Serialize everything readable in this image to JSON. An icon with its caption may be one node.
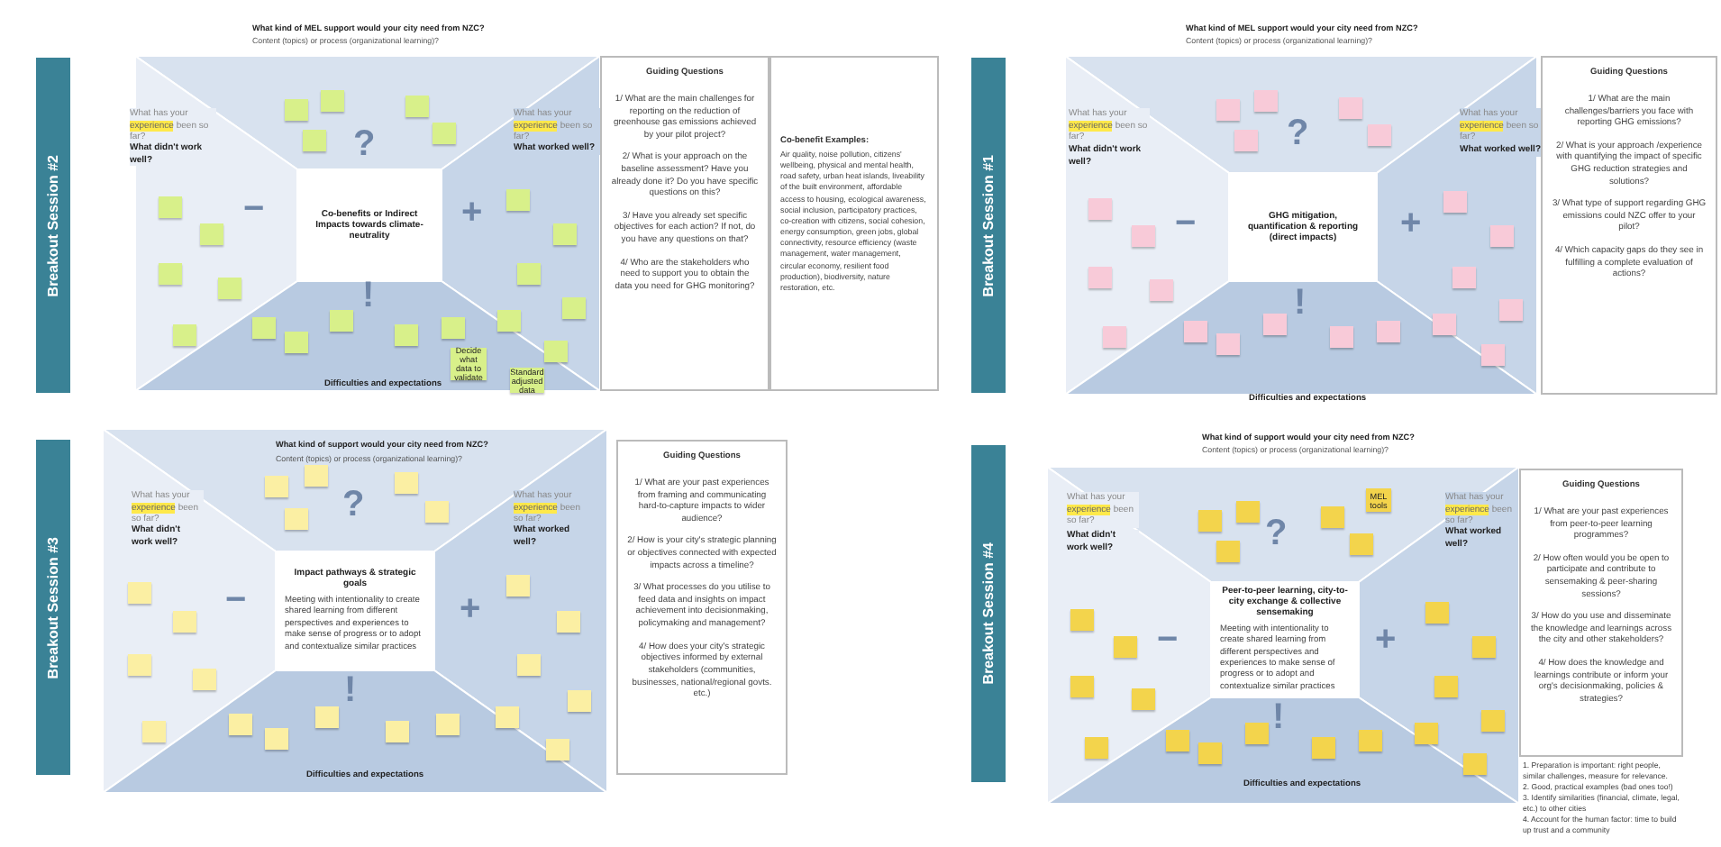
{
  "diagram": {
    "nodes": [
      {
        "text": [
          "Breakout Session #2"
        ]
      },
      {
        "text": [
          "Co-benefits or Indirect Impacts towards climate-neutrality"
        ]
      },
      {
        "text": [
          "Guiding Questions",
          "1/ What are the main challenges for reporting on the reduction of greenhouse gas emissions achieved by your pilot project?",
          "2/ What is your approach on the baseline assessment? Have you already done it? Do you have specific questions on this?",
          "3/ Have you already set specific objectives for each action? If not, do you have any questions on that?",
          "4/ Who are the stakeholders who need to support you to obtain the data you need for GHG monitoring?"
        ]
      },
      {
        "text": [
          "Co-benefit Examples:",
          "Air quality, noise pollution, citizens' wellbeing, physical and mental health, road safety, urban heat islands, liveability of the built environment, affordable access to housing, ecological awareness, social inclusion, participatory practices, co-creation with citizens, social cohesion, energy consumption, green jobs, global connectivity, resource efficiency (waste management, water management, circular economy, resilient food production), biodiversity, nature restoration, etc."
        ]
      },
      {
        "text": [
          "Breakout Session #1"
        ]
      },
      {
        "text": [
          "GHG mitigation, quantification & reporting (direct impacts)"
        ]
      },
      {
        "text": [
          "Guiding Questions",
          "1/ What are the main challenges/barriers you face with reporting GHG emissions?",
          "2/ What is your approach /experience with quantifying the impact of specific GHG reduction strategies and solutions?",
          "3/ What type of support regarding GHG emissions could NZC offer to your pilot?",
          "4/ Which capacity gaps do they see in fulfilling a complete evaluation of actions?"
        ]
      },
      {
        "text": [
          "Breakout Session #3"
        ]
      },
      {
        "text": [
          "Impact pathways & strategic goals",
          "Meeting with intentionality to create shared learning from different perspectives and experiences to make sense of progress or to adopt and contextualize similar practices"
        ]
      },
      {
        "text": [
          "Guiding Questions",
          "1/ What are your past experiences from framing and communicating hard-to-capture impacts to wider audience?",
          "2/ How is your city's strategic planning or objectives connected with expected impacts across a timeline?",
          "3/ What processes do you utilise to feed data and insights on impact achievement into decisionmaking, policymaking and management?",
          "4/ How does your city's strategic objectives informed by external stakeholders (communities, businesses, national/regional govts. etc.)"
        ]
      },
      {
        "text": [
          "Breakout Session #4"
        ]
      },
      {
        "text": [
          "Peer-to-peer learning, city-to-city exchange & collective sensemaking",
          "Meeting with intentionality to create shared learning from different perspectives and experiences to make sense of progress or to adopt and contextualize similar practices"
        ]
      },
      {
        "text": [
          "Guiding Questions",
          "1/ What are your past experiences from peer-to-peer learning programmes?",
          "2/ How often would you be open to participate and contribute to sensemaking & peer-sharing sessions?",
          "3/ How do you use and disseminate the knowledge and learnings across the city and other stakeholders?",
          "4/ How does the knowledge and learnings contribute or inform your org's decisionmaking, policies & strategies?"
        ]
      }
    ],
    "labels": [
      "What kind of MEL support would your city need from NZC?",
      "Content (topics) or process (organizational learning)?",
      "What has your experience been so far?",
      "What didn't work well?",
      "?",
      "What has your experience been so far?",
      "What worked well?",
      "−",
      "+",
      "!",
      "Decide what data to validate",
      "Standard adjusted data",
      "Difficulties and expectations",
      "What kind of MEL support would your city need from NZC?",
      "Content (topics) or process (organizational learning)?",
      "What has your experience been so far?",
      "What didn't work well?",
      "?",
      "What has your experience been so far?",
      "What worked well?",
      "−",
      "+",
      "!",
      "Difficulties and expectations",
      "What kind of support would your city need from NZC?",
      "Content (topics) or process (organizational learning)?",
      "What has your experience been so far?",
      "What didn't work well?",
      "?",
      "What has your experience been so far?",
      "What worked well?",
      "−",
      "+",
      "!",
      "Difficulties and expectations",
      "What kind of support would your city need from NZC?",
      "Content (topics) or process (organizational learning)?",
      "What has your experience been so far?",
      "What didn't work well?",
      "?",
      "MEL tools",
      "What has your experience been so far?",
      "What worked well?",
      "−",
      "+",
      "!",
      "Difficulties and expectations",
      "1. Preparation is important: right people, similar challenges, measure for relevance.",
      "2. Good, practical examples (bad ones too!)",
      "3. Identify similarities (financial, climate, legal, etc.) to other cities",
      "4. Account for the human factor: time to build up trust and a community"
    ]
  }
}
